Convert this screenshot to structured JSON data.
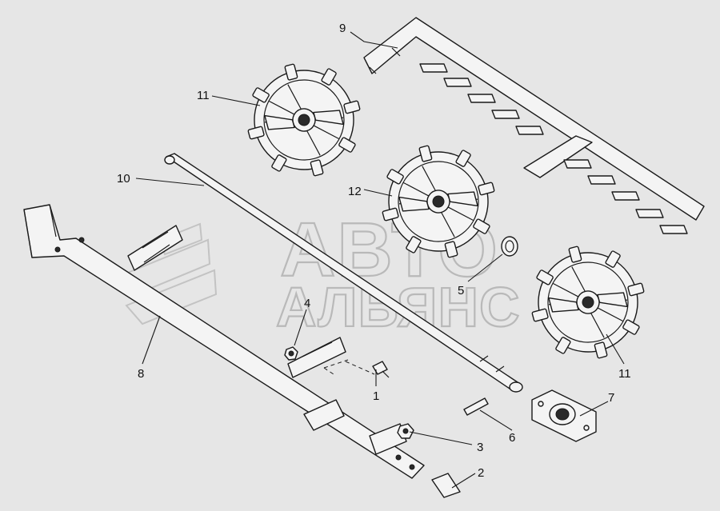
{
  "watermark": {
    "line1": "АВТО",
    "line2": "АЛЬЯНС"
  },
  "callouts": [
    {
      "id": "c1",
      "label": "1"
    },
    {
      "id": "c2",
      "label": "2"
    },
    {
      "id": "c3",
      "label": "3"
    },
    {
      "id": "c4",
      "label": "4"
    },
    {
      "id": "c5",
      "label": "5"
    },
    {
      "id": "c6",
      "label": "6"
    },
    {
      "id": "c7",
      "label": "7"
    },
    {
      "id": "c8",
      "label": "8"
    },
    {
      "id": "c9",
      "label": "9"
    },
    {
      "id": "c10",
      "label": "10"
    },
    {
      "id": "c11a",
      "label": "11"
    },
    {
      "id": "c11b",
      "label": "11"
    },
    {
      "id": "c12",
      "label": "12"
    }
  ],
  "colors": {
    "background": "#e6e6e6",
    "line": "#1a1a1a",
    "watermark": "#b9b9b9"
  }
}
